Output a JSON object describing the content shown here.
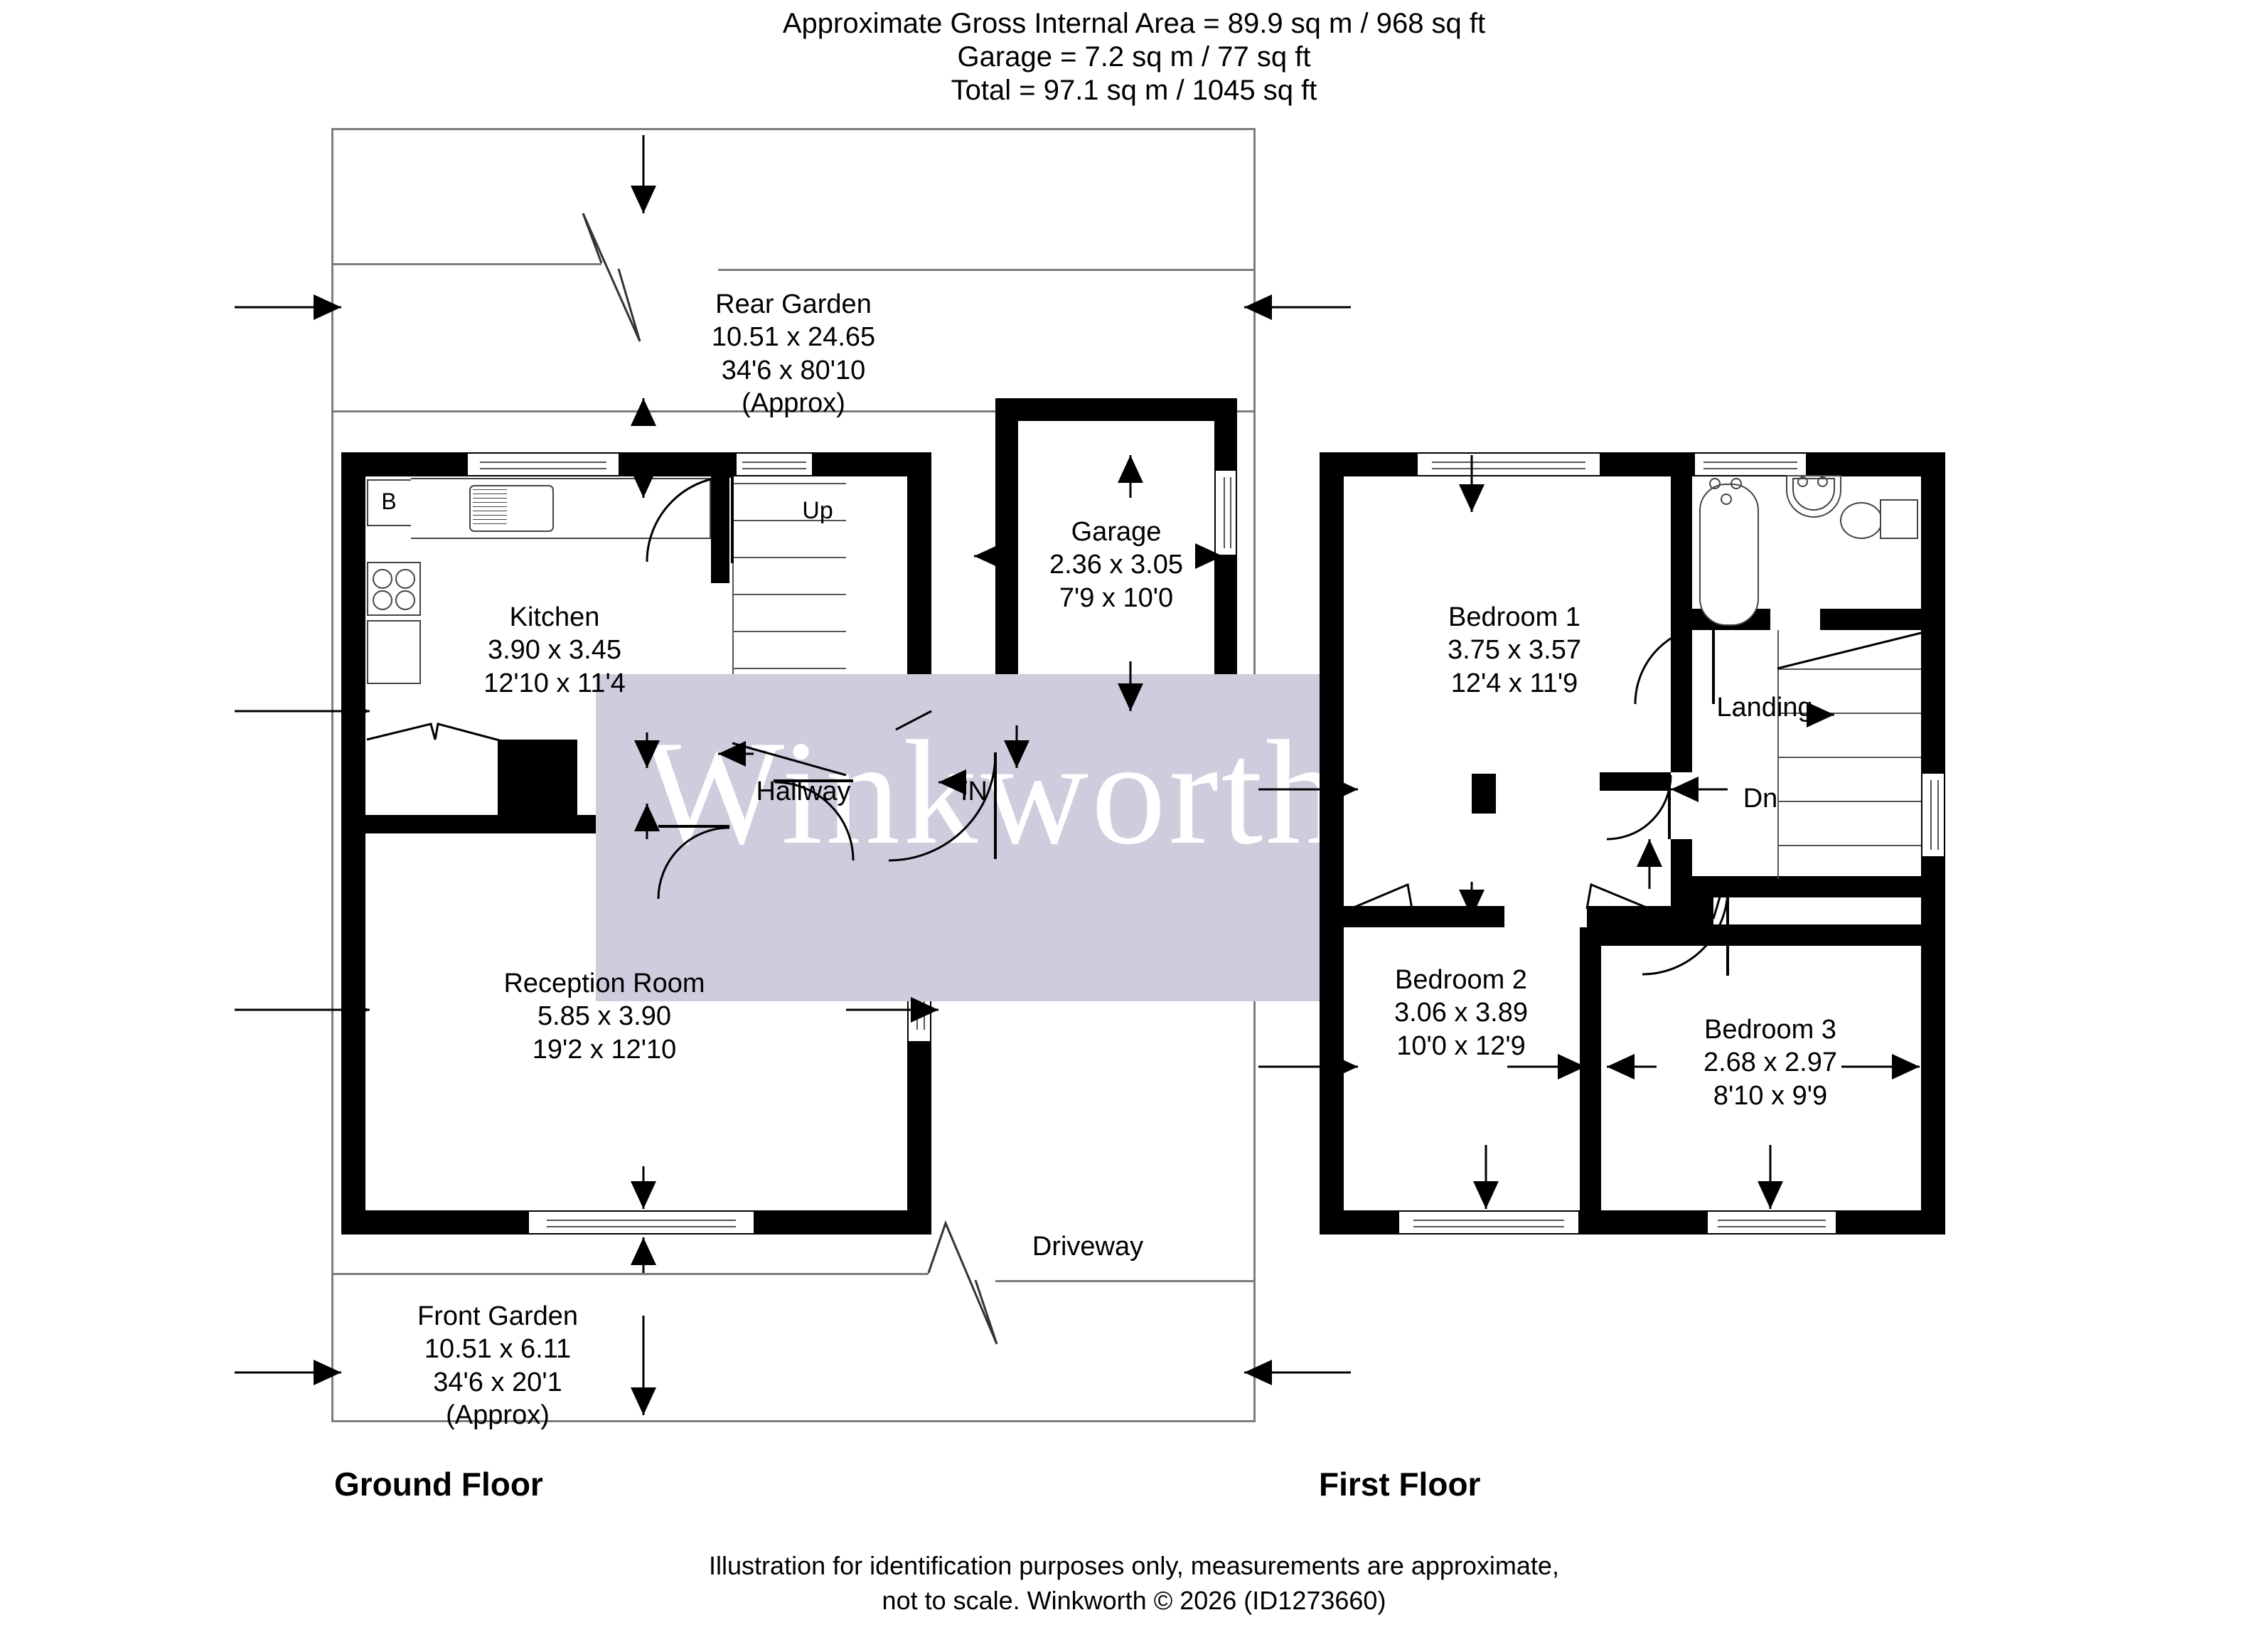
{
  "header": {
    "line1": "Approximate Gross Internal Area = 89.9 sq m / 968 sq ft",
    "line2": "Garage = 7.2 sq m / 77 sq ft",
    "line3": "Total = 97.1 sq m / 1045 sq ft"
  },
  "watermark": {
    "text": "Winkworth",
    "band_color": "#cdcdde",
    "text_color": "#ffffff"
  },
  "ground_floor": {
    "title": "Ground Floor",
    "rooms": {
      "rear_garden": {
        "name": "Rear Garden",
        "metric": "10.51 x 24.65",
        "imperial": "34'6 x 80'10",
        "note": "(Approx)"
      },
      "kitchen": {
        "name": "Kitchen",
        "metric": "3.90 x 3.45",
        "imperial": "12'10 x 11'4"
      },
      "garage": {
        "name": "Garage",
        "metric": "2.36 x 3.05",
        "imperial": "7'9 x 10'0"
      },
      "hallway": {
        "name": "Hallway"
      },
      "reception": {
        "name": "Reception Room",
        "metric": "5.85 x 3.90",
        "imperial": "19'2 x 12'10"
      },
      "front_garden": {
        "name": "Front Garden",
        "metric": "10.51 x 6.11",
        "imperial": "34'6 x 20'1",
        "note": "(Approx)"
      },
      "driveway": {
        "name": "Driveway"
      }
    },
    "markers": {
      "up": "Up",
      "entrance": "IN",
      "boiler": "B"
    }
  },
  "first_floor": {
    "title": "First Floor",
    "rooms": {
      "bedroom1": {
        "name": "Bedroom 1",
        "metric": "3.75 x 3.57",
        "imperial": "12'4 x 11'9"
      },
      "bedroom2": {
        "name": "Bedroom 2",
        "metric": "3.06 x 3.89",
        "imperial": "10'0 x 12'9"
      },
      "bedroom3": {
        "name": "Bedroom 3",
        "metric": "2.68 x 2.97",
        "imperial": "8'10 x 9'9"
      },
      "landing": {
        "name": "Landing"
      }
    },
    "markers": {
      "down": "Dn"
    }
  },
  "footer": {
    "line1": "Illustration for identification purposes only, measurements are approximate,",
    "line2": "not to scale. Winkworth © 2026 (ID1273660)"
  }
}
